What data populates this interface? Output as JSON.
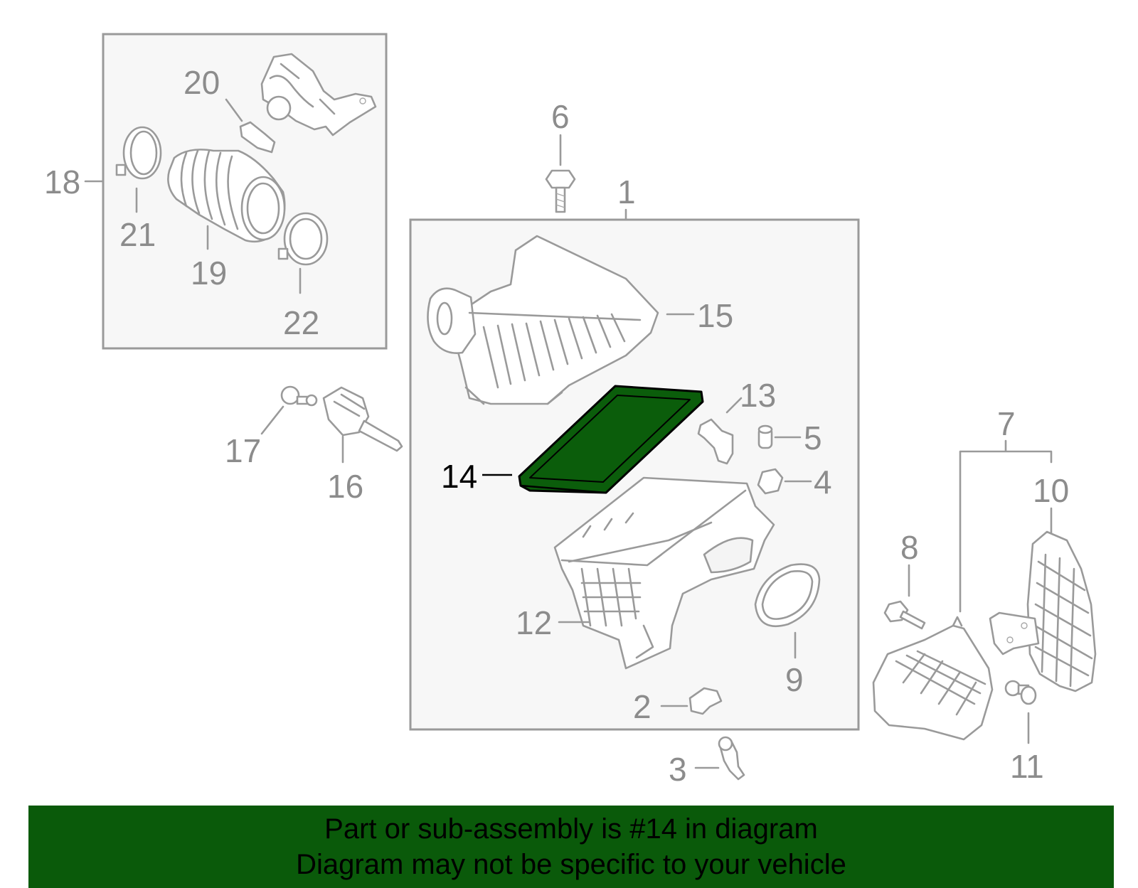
{
  "diagram": {
    "callouts": {
      "c1": "1",
      "c2": "2",
      "c3": "3",
      "c4": "4",
      "c5": "5",
      "c6": "6",
      "c7": "7",
      "c8": "8",
      "c9": "9",
      "c10": "10",
      "c11": "11",
      "c12": "12",
      "c13": "13",
      "c14": "14",
      "c15": "15",
      "c16": "16",
      "c17": "17",
      "c18": "18",
      "c19": "19",
      "c20": "20",
      "c21": "21",
      "c22": "22"
    },
    "highlighted_part": "14",
    "colors": {
      "highlight_fill": "#0b5d0b",
      "outline": "#9a9a9a",
      "banner": "#0a5a0a",
      "callout_text": "#8c8c8c"
    }
  },
  "banner": {
    "line1": "Part or sub-assembly is #14 in diagram",
    "line2": "Diagram may not be specific to your vehicle"
  }
}
